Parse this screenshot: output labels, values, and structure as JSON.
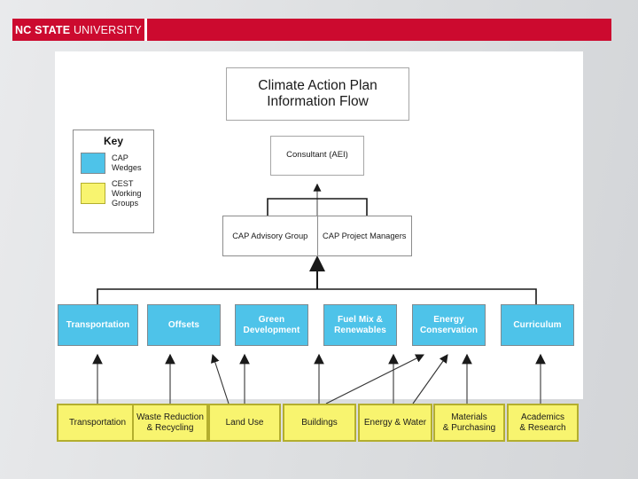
{
  "header": {
    "logo_bold": "NC STATE",
    "logo_light": " UNIVERSITY",
    "band_color": "#cc0a2f"
  },
  "diagram": {
    "title": "Climate Action Plan\nInformation Flow",
    "title_line1": "Climate Action Plan",
    "title_line2": "Information Flow",
    "consultant": "Consultant (AEI)",
    "advisory_group": "CAP Advisory Group",
    "project_managers": "CAP Project Managers",
    "key": {
      "title": "Key",
      "items": [
        {
          "label": "CAP\nWedges",
          "color": "#4ec3e9",
          "name": "cap-wedges"
        },
        {
          "label": "CEST\nWorking\nGroups",
          "color": "#f8f46f",
          "name": "cest-working-groups"
        }
      ]
    },
    "wedges": [
      {
        "label": "Transportation"
      },
      {
        "label": "Offsets"
      },
      {
        "label": "Green\nDevelopment"
      },
      {
        "label": "Fuel Mix &\nRenewables"
      },
      {
        "label": "Energy\nConservation"
      },
      {
        "label": "Curriculum"
      }
    ],
    "working_groups": [
      {
        "label": "Transportation"
      },
      {
        "label": "Waste Reduction\n& Recycling"
      },
      {
        "label": "Land Use"
      },
      {
        "label": "Buildings"
      },
      {
        "label": "Energy & Water"
      },
      {
        "label": "Materials\n& Purchasing"
      },
      {
        "label": "Academics\n& Research"
      }
    ],
    "colors": {
      "wedge_fill": "#4ec3e9",
      "group_fill": "#f8f46f",
      "group_border": "#b3ae2e",
      "box_border": "#a6a6a6",
      "connector": "#333333",
      "canvas": "#ffffff",
      "background": "#dfe1e3"
    }
  }
}
